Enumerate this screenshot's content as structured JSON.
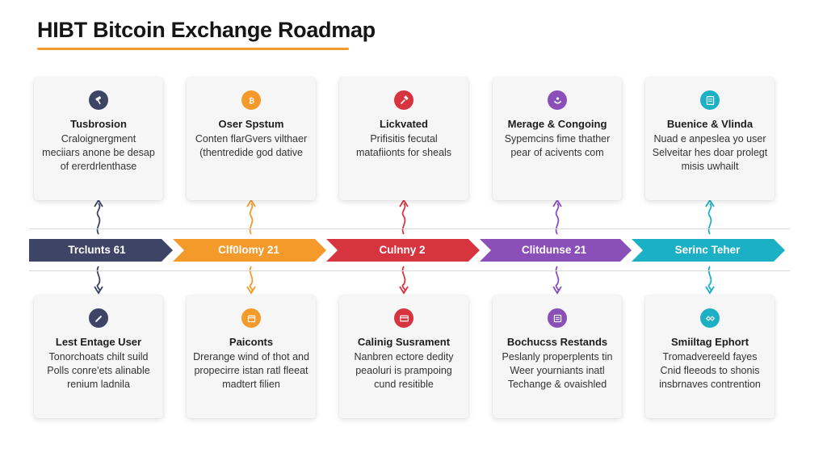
{
  "title": "HIBT Bitcoin Exchange Roadmap",
  "colors": {
    "navy": "#3d4466",
    "orange": "#f39a2b",
    "red": "#d6343f",
    "purple": "#8a4fb8",
    "teal": "#1cb0c4",
    "accent_underline": "#f29a2e"
  },
  "stages": [
    {
      "label": "Trclunts 61",
      "color": "#3d4466",
      "top_card": {
        "icon": "gavel-icon",
        "title": "Tusbrosion",
        "text": "Craloignergment\nmeciiars anone be desap\nof ererdrlenthase"
      },
      "bottom_card": {
        "icon": "pen-icon",
        "title": "Lest Entage User",
        "text": "Tonorchoats chilt suild\nPolls conre'ets alinable\nrenium ladnila"
      }
    },
    {
      "label": "Clf0lomy 21",
      "color": "#f39a2b",
      "top_card": {
        "icon": "bitcoin-icon",
        "title": "Oser Spstum",
        "text": "Conten flarGvers vilthaer\n(thentredide god dative"
      },
      "bottom_card": {
        "icon": "calendar-icon",
        "title": "Paiconts",
        "text": "Drerange wind of thot and\npropecirre istan ratl fleeat\nmadtert filien"
      }
    },
    {
      "label": "Culnny 2",
      "color": "#d6343f",
      "top_card": {
        "icon": "hammer-icon",
        "title": "Lickvated",
        "text": "Prifisitis fecutal\nmatafiionts for sheals"
      },
      "bottom_card": {
        "icon": "card-icon",
        "title": "Calinig Susrament",
        "text": "Nanbren ectore dedity\npeaoluri is prampoing\ncund resitible"
      }
    },
    {
      "label": "Clitdunse 21",
      "color": "#8a4fb8",
      "top_card": {
        "icon": "link-icon",
        "title": "Merage & Congoing",
        "text": "Sypemcins fime thather\npear of acivents com"
      },
      "bottom_card": {
        "icon": "document-icon",
        "title": "Bochucss Restands",
        "text": "Peslanly properplents tin\nWeer yourniants inatl\nTechange & ovaishled"
      }
    },
    {
      "label": "Serinc Teher",
      "color": "#1cb0c4",
      "top_card": {
        "icon": "tablet-icon",
        "title": "Buenice & Vlinda",
        "text": "Nuad e anpeslea yo user\nSelveitar hes doar prolegt\nmisis uwhailt"
      },
      "bottom_card": {
        "icon": "handshake-icon",
        "title": "Smiiltag Ephort",
        "text": "Tromadvereeld fayes\nCnid fleeods to shonis\ninsbrnaves contrention"
      }
    }
  ]
}
